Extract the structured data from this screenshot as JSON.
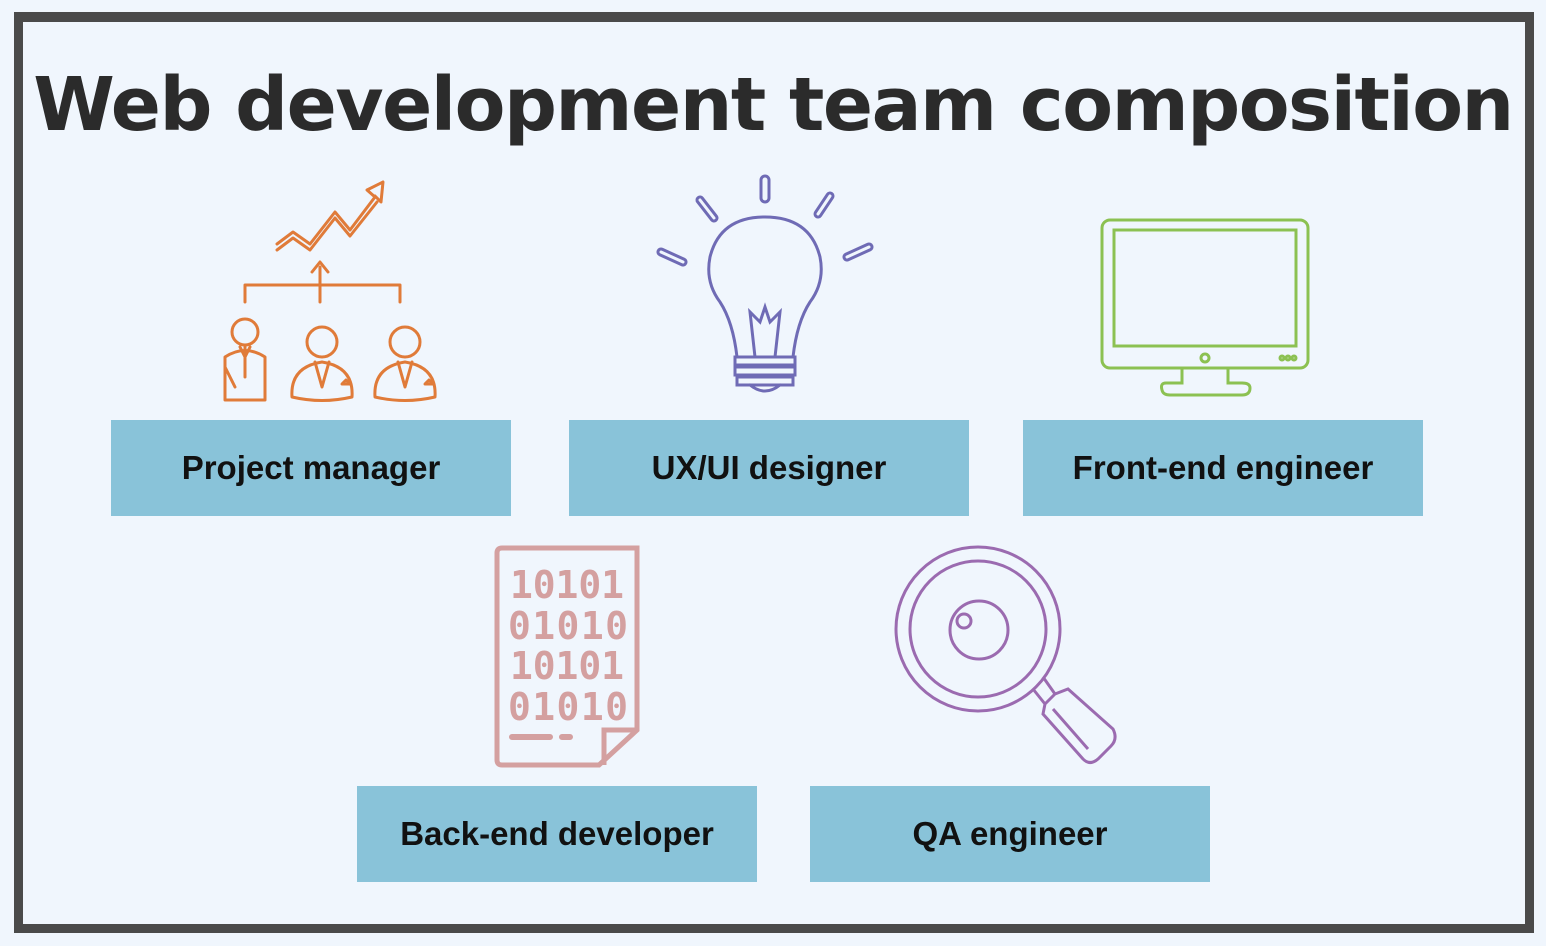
{
  "title": "Web development team composition",
  "roles": [
    {
      "label": "Project manager",
      "icon": "team-growth-icon",
      "color": "#e07b39"
    },
    {
      "label": "UX/UI designer",
      "icon": "lightbulb-icon",
      "color": "#6f6bb5"
    },
    {
      "label": "Front-end engineer",
      "icon": "monitor-icon",
      "color": "#8cc152"
    },
    {
      "label": "Back-end developer",
      "icon": "binary-code-document-icon",
      "color": "#d4a0a0"
    },
    {
      "label": "QA engineer",
      "icon": "magnifying-glass-icon",
      "color": "#9b6bb0"
    }
  ],
  "binary_lines": [
    "10101",
    "01010",
    "10101",
    "01010"
  ],
  "box_color": "#89c3d9"
}
